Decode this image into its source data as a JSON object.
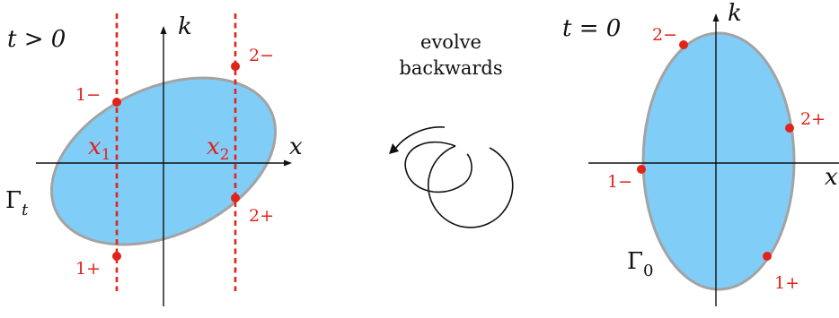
{
  "colors": {
    "ellipse_fill": "#80cdf8",
    "ellipse_stroke": "#a3a3a3",
    "marker_red": "#e2231a",
    "axis_black": "#111111"
  },
  "left_panel": {
    "time_label": "t > 0",
    "axis_x_label": "x",
    "axis_k_label": "k",
    "region_label_base": "Γ",
    "region_label_sub": "t",
    "slice_labels": [
      {
        "base": "x",
        "sub": "1"
      },
      {
        "base": "x",
        "sub": "2"
      }
    ],
    "point_labels": [
      "1−",
      "1+",
      "2−",
      "2+"
    ]
  },
  "middle": {
    "line1": "evolve",
    "line2": "backwards",
    "icon": "counterclockwise-spiral-arrow"
  },
  "right_panel": {
    "time_label": "t = 0",
    "axis_x_label": "x",
    "axis_k_label": "k",
    "region_label_base": "Γ",
    "region_label_sub": "0",
    "point_labels": [
      "2−",
      "2+",
      "1−",
      "1+"
    ]
  }
}
